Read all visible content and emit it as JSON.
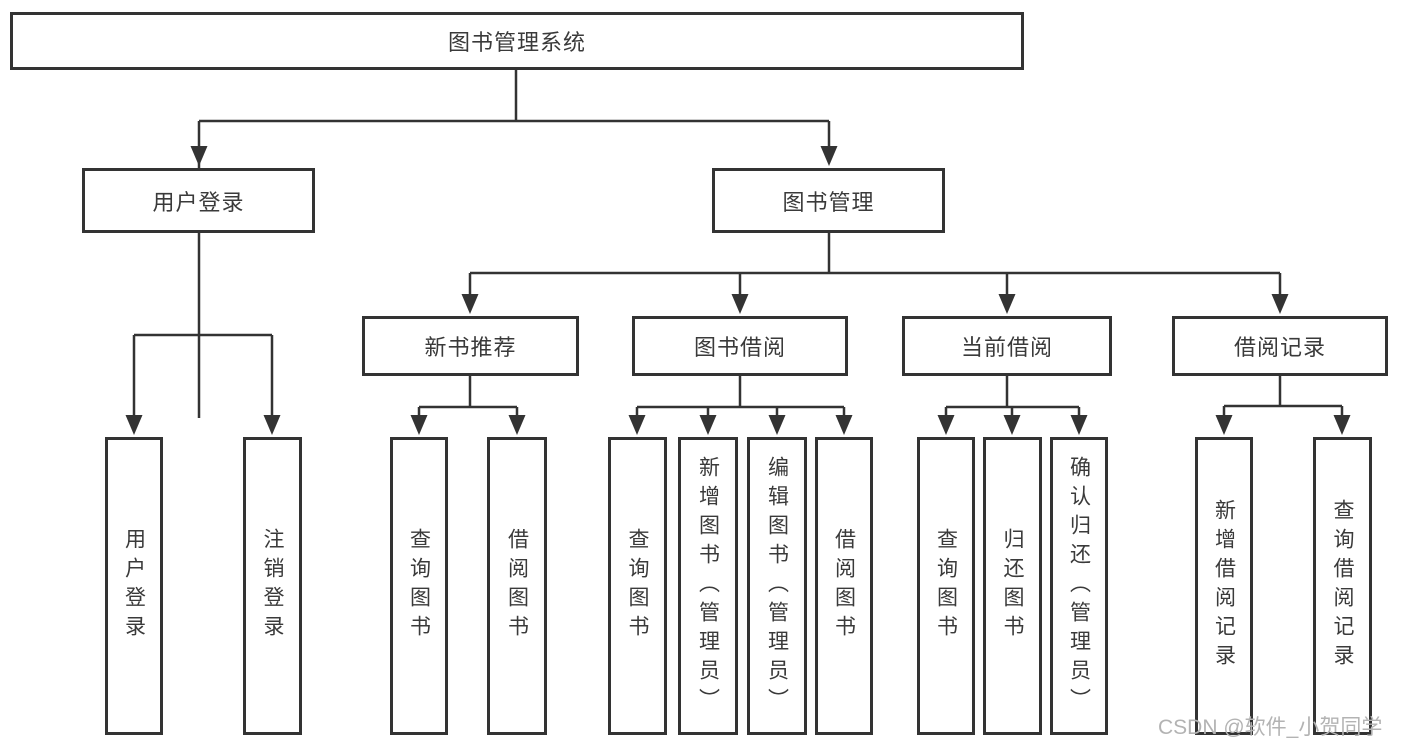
{
  "colors": {
    "line": "#333333",
    "box_border": "#333333",
    "text": "#3a3a3a",
    "background": "#ffffff",
    "watermark_text": "#b3b3b3"
  },
  "watermark": {
    "text": "CSDN @软件_小贺同学"
  },
  "tree": {
    "root": {
      "label": "图书管理系统",
      "children": [
        {
          "label": "用户登录",
          "children": [
            {
              "label": "用户登录"
            },
            {
              "label": "注销登录"
            }
          ]
        },
        {
          "label": "图书管理",
          "children": [
            {
              "label": "新书推荐",
              "children": [
                {
                  "label": "查询图书"
                },
                {
                  "label": "借阅图书"
                }
              ]
            },
            {
              "label": "图书借阅",
              "children": [
                {
                  "label": "查询图书"
                },
                {
                  "label": "新增图书（管理员）"
                },
                {
                  "label": "编辑图书（管理员）"
                },
                {
                  "label": "借阅图书"
                }
              ]
            },
            {
              "label": "当前借阅",
              "children": [
                {
                  "label": "查询图书"
                },
                {
                  "label": "归还图书"
                },
                {
                  "label": "确认归还（管理员）"
                }
              ]
            },
            {
              "label": "借阅记录",
              "children": [
                {
                  "label": "新增借阅记录"
                },
                {
                  "label": "查询借阅记录"
                }
              ]
            }
          ]
        }
      ]
    }
  }
}
